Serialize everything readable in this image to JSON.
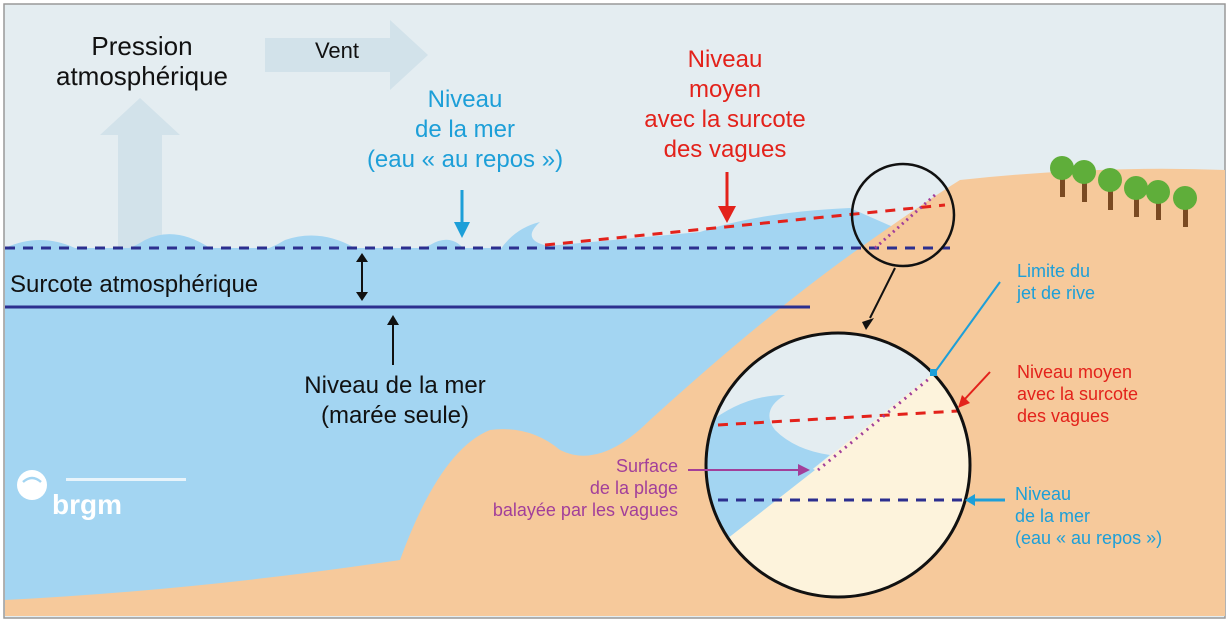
{
  "colors": {
    "sky": "#e4edf1",
    "sea": "#a3d5f2",
    "sand": "#f6c99b",
    "sand_light": "#fdf3dc",
    "cyan": "#1d9fd8",
    "red": "#e3221b",
    "navy": "#2c2f8f",
    "purple": "#a23f9a"
  },
  "labels": {
    "pression": [
      "Pression",
      "atmosphérique"
    ],
    "vent": "Vent",
    "niveau_repos": [
      "Niveau",
      "de la mer",
      "(eau « au repos »)"
    ],
    "niveau_moyen": [
      "Niveau",
      "moyen",
      "avec la surcote",
      "des vagues"
    ],
    "surcote_atmo": "Surcote atmosphérique",
    "niveau_maree": [
      "Niveau de la mer",
      "(marée seule)"
    ],
    "limite_jet": [
      "Limite du",
      "jet de rive"
    ],
    "zoom_niveau_moyen": [
      "Niveau moyen",
      "avec la surcote",
      "des vagues"
    ],
    "zoom_niveau_repos": [
      "Niveau",
      "de la mer",
      "(eau « au repos »)"
    ],
    "surface_plage": [
      "Surface",
      "de la plage",
      "balayée par les vagues"
    ]
  },
  "logo": {
    "name": "brgm"
  }
}
